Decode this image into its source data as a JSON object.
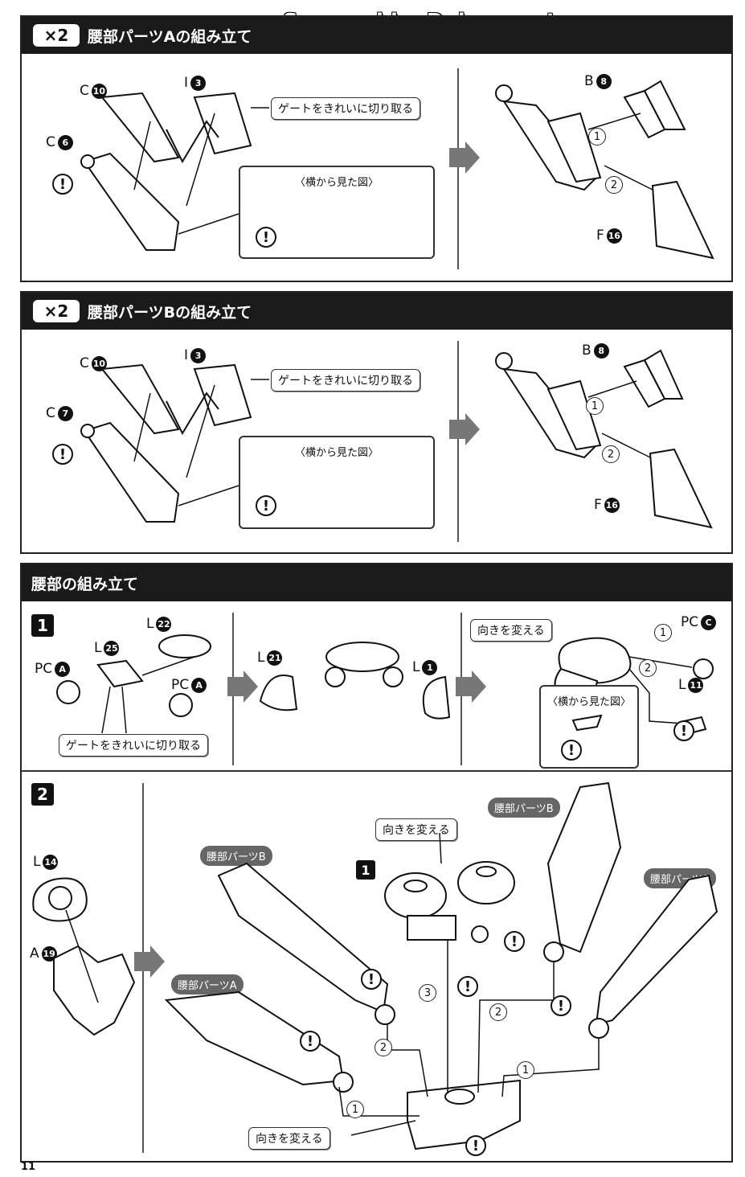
{
  "watermark": "Scanned by Dalong.net",
  "page_number": "11",
  "sections": [
    {
      "multiplier": "×2",
      "title": "腰部パーツAの組み立て"
    },
    {
      "multiplier": "×2",
      "title": "腰部パーツBの組み立て"
    },
    {
      "title": "腰部の組み立て"
    }
  ],
  "labels": {
    "gate_remove": "ゲートをきれいに切り取る",
    "side_view": "〈横から見た図〉",
    "change_dir": "向きを変える",
    "warn": "!",
    "step1": "1",
    "step2": "2",
    "step3": "3",
    "part_a": "腰部パーツA",
    "part_b": "腰部パーツB"
  },
  "sec1": {
    "c10": {
      "letter": "C",
      "num": "10"
    },
    "i3": {
      "letter": "I",
      "num": "3"
    },
    "c6": {
      "letter": "C",
      "num": "6"
    },
    "b8": {
      "letter": "B",
      "num": "8"
    },
    "f16": {
      "letter": "F",
      "num": "16"
    }
  },
  "sec2": {
    "c10": {
      "letter": "C",
      "num": "10"
    },
    "i3": {
      "letter": "I",
      "num": "3"
    },
    "c7": {
      "letter": "C",
      "num": "7"
    },
    "b8": {
      "letter": "B",
      "num": "8"
    },
    "f16": {
      "letter": "F",
      "num": "16"
    }
  },
  "sec3": {
    "l22": {
      "letter": "L",
      "num": "22"
    },
    "l25": {
      "letter": "L",
      "num": "25"
    },
    "pca1": {
      "letter": "PC",
      "num": "A"
    },
    "pca2": {
      "letter": "PC",
      "num": "A"
    },
    "l21": {
      "letter": "L",
      "num": "21"
    },
    "l1": {
      "letter": "L",
      "num": "1"
    },
    "pcc": {
      "letter": "PC",
      "num": "C"
    },
    "l11": {
      "letter": "L",
      "num": "11"
    },
    "l14": {
      "letter": "L",
      "num": "14"
    },
    "a19": {
      "letter": "A",
      "num": "19"
    }
  }
}
